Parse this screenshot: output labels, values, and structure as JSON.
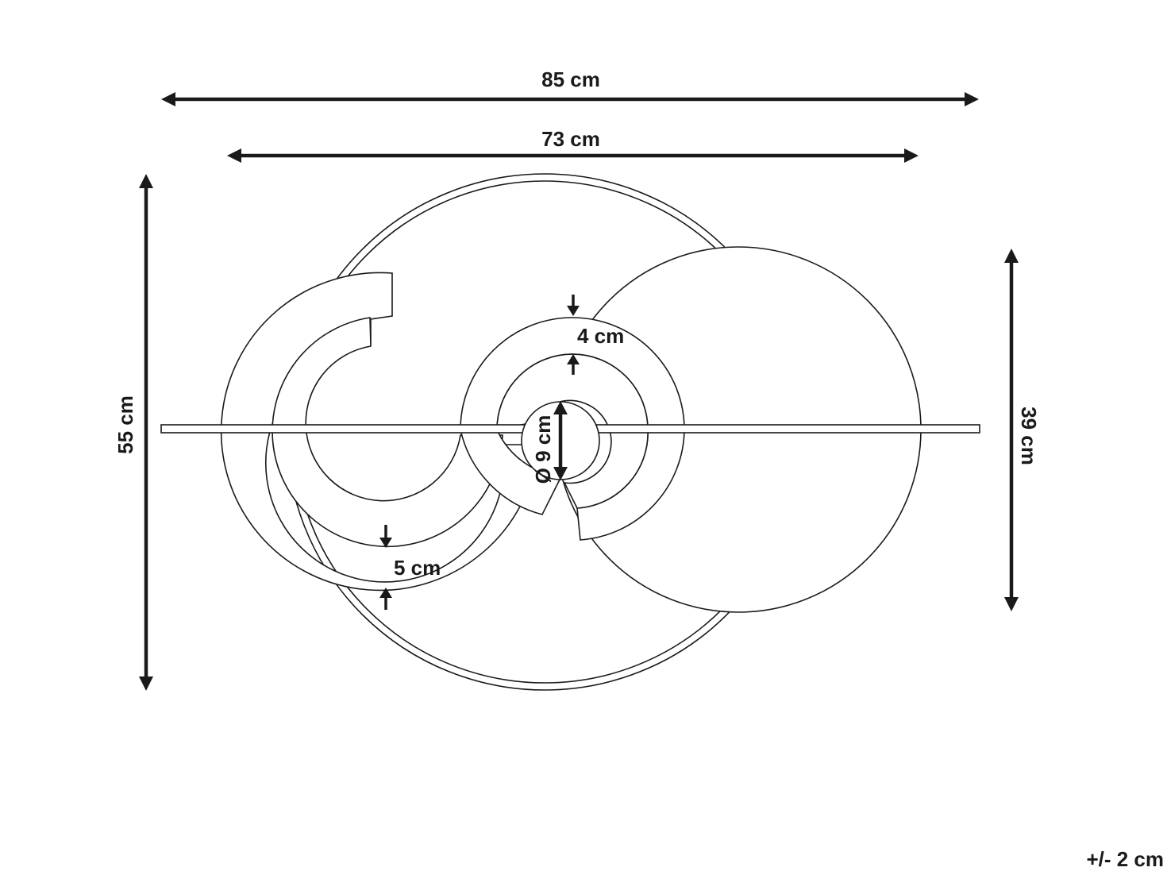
{
  "dimensions": {
    "overall_width": "85 cm",
    "frame_width": "73 cm",
    "overall_height": "55 cm",
    "disc_height": "39 cm",
    "ring_width_top": "4 cm",
    "ring_width_bottom": "5 cm",
    "hub_diameter": "Ø 9 cm",
    "tolerance": "+/- 2 cm"
  },
  "colors": {
    "ink": "#1a1a1a",
    "background": "#ffffff"
  }
}
